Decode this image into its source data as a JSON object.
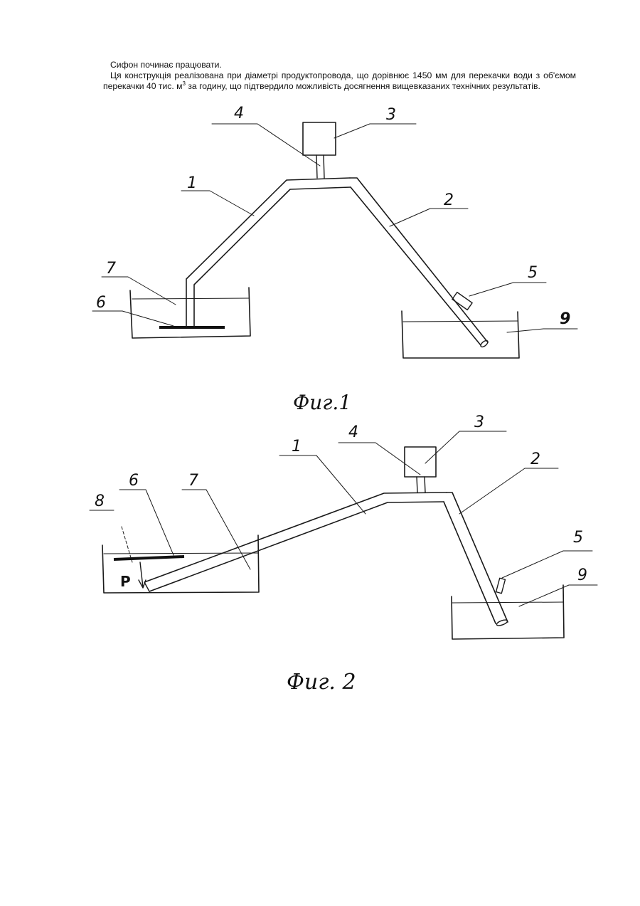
{
  "text": {
    "line1": "Сифон починає працювати.",
    "line2a": "Ця конструкція реалізована при діаметрі продуктопровода, що дорівнює 1450 мм для перекачки води з об'ємом перекачки 40 тис. м",
    "line2sup": "3",
    "line2b": " за годину, що підтвердило можливість досягнення вищевказаних технічних результатів."
  },
  "figure1": {
    "caption": "Фиг.1",
    "labels": {
      "n1": "1",
      "n2": "2",
      "n3": "3",
      "n4": "4",
      "n5": "5",
      "n6": "6",
      "n7": "7",
      "n9": "9"
    }
  },
  "figure2": {
    "caption": "Фиг. 2",
    "pressure": "P",
    "labels": {
      "n1": "1",
      "n2": "2",
      "n3": "3",
      "n4": "4",
      "n5": "5",
      "n6": "6",
      "n7": "7",
      "n8": "8",
      "n9": "9"
    }
  }
}
